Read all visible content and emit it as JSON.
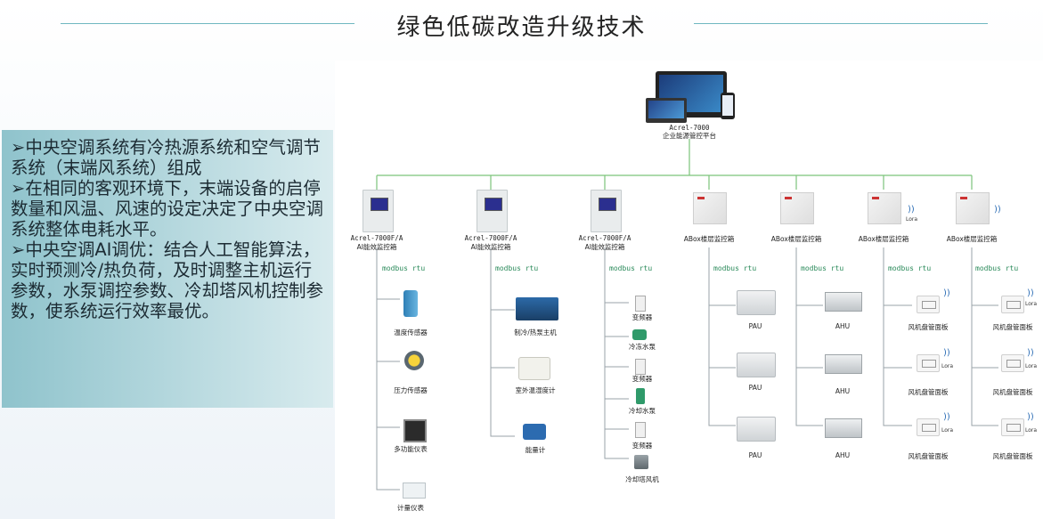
{
  "title": "绿色低碳改造升级技术",
  "bullets": [
    "➢中央空调系统有冷热源系统和空气调节系统（末端风系统）组成",
    "➢在相同的客观环境下，末端设备的启停数量和风温、风速的设定决定了中央空调系统整体电耗水平。",
    "➢中央空调AI调优：结合人工智能算法，实时预测冷/热负荷，及时调整主机运行参数，水泵调控参数、冷却塔风机控制参数，使系统运行效率最优。"
  ],
  "diagram": {
    "platform": {
      "line1": "Acrel-7000",
      "line2": "企业能源管控平台"
    },
    "bus_label": "modbus rtu",
    "lora_label": "Lora",
    "controllers": [
      {
        "line1": "Acrel-7000F/A",
        "line2": "AI能效监控箱"
      },
      {
        "line1": "Acrel-7000F/A",
        "line2": "AI能效监控箱"
      },
      {
        "line1": "Acrel-7000F/A",
        "line2": "AI能效监控箱"
      },
      {
        "line1": "ABox楼层监控箱",
        "line2": ""
      },
      {
        "line1": "ABox楼层监控箱",
        "line2": ""
      },
      {
        "line1": "ABox楼层监控箱",
        "line2": ""
      },
      {
        "line1": "ABox楼层监控箱",
        "line2": ""
      }
    ],
    "col1": [
      "温度传感器",
      "压力传感器",
      "多功能仪表",
      "计量仪表"
    ],
    "col2": [
      "制冷/热泵主机",
      "室外温湿度计",
      "能量计"
    ],
    "col3": [
      "变频器",
      "冷冻水泵",
      "变频器",
      "冷却水泵",
      "变频器",
      "冷却塔风机"
    ],
    "col4": [
      "PAU",
      "PAU",
      "PAU"
    ],
    "col5": [
      "AHU",
      "AHU",
      "AHU"
    ],
    "col6": [
      "风机盘管面板",
      "风机盘管面板",
      "风机盘管面板"
    ],
    "col7": [
      "风机盘管面板",
      "风机盘管面板",
      "风机盘管面板"
    ]
  }
}
